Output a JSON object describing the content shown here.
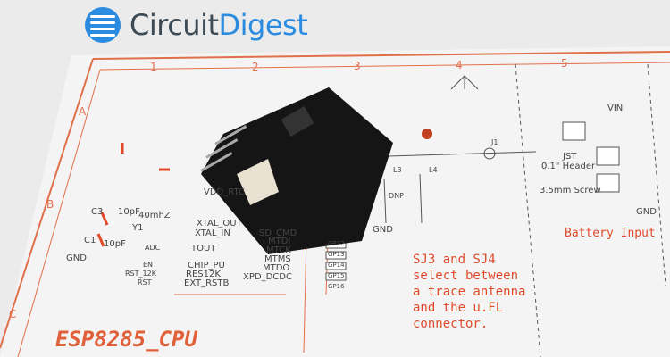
{
  "logo": {
    "circuit": "Circuit",
    "digest": "Digest",
    "brand_color": "#2a8be0"
  },
  "columns": [
    "1",
    "2",
    "3",
    "4",
    "5"
  ],
  "rows": [
    "A",
    "B",
    "C"
  ],
  "schematic": {
    "title": "ESP8285_CPU",
    "note": "SJ3 and SJ4\nselect between\na trace antenna\nand the u.FL\nconnector.",
    "battery": "Battery Input",
    "battery_labels": [
      "VIN",
      "JST",
      "0.1\" Header",
      "3.5mm Screw",
      "GND"
    ],
    "crystal": [
      "C3",
      "10pF",
      "40mhZ",
      "Y1",
      "C1",
      "10pF",
      "GND"
    ],
    "left_pins": [
      "XTAL_OUT",
      "XTAL_IN",
      "TOUT",
      "CHIP_PU",
      "RES12K",
      "EXT_RSTB",
      "VDD_RTC"
    ],
    "right_pins": [
      "SD_CMD",
      "MTDI",
      "MTCK",
      "MTMS",
      "MTDO",
      "XPD_DCDC"
    ],
    "nets": [
      "ADC",
      "EN",
      "RST_12K",
      "RST",
      "GP12",
      "GP13",
      "GP14",
      "GP15",
      "GP16"
    ],
    "antenna": [
      "GND",
      "DNP",
      "L3",
      "L4",
      "J1"
    ]
  },
  "colors": {
    "schematic_line": "#e0704a",
    "board": "#151515",
    "paper": "#f2f2f2"
  }
}
